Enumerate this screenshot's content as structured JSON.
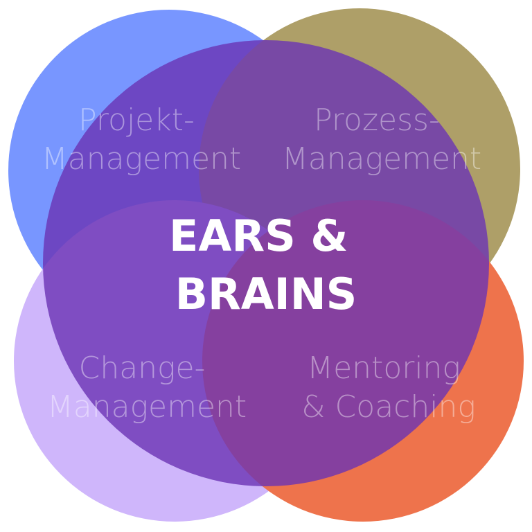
{
  "diagram": {
    "type": "venn",
    "center": {
      "line1": "EARS &",
      "line2": "BRAINS",
      "color": "#6a33b4"
    },
    "circles": [
      {
        "id": "top-left",
        "line1": "Projekt-",
        "line2": "Management",
        "color": "#7896ff"
      },
      {
        "id": "top-right",
        "line1": "Prozess-",
        "line2": "Management",
        "color": "#ae9f68"
      },
      {
        "id": "bottom-left",
        "line1": "Change-",
        "line2": "Management",
        "color": "#cfb6fb"
      },
      {
        "id": "bottom-right",
        "line1": "Mentoring",
        "line2": "& Coaching",
        "color": "#ee734c"
      }
    ]
  }
}
